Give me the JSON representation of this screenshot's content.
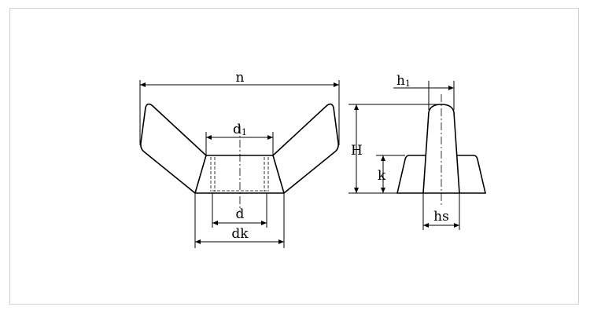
{
  "drawing": {
    "front_view": {
      "n": "n",
      "d1": {
        "base": "d",
        "sub": "1"
      },
      "d": "d",
      "dk": "dk"
    },
    "side_view": {
      "h1": {
        "base": "h",
        "sub": "1"
      },
      "H": "H",
      "k": "k",
      "h2": "hs"
    }
  },
  "colors": {
    "line": "#000000",
    "background": "#ffffff",
    "frame_border": "#d0d0d0"
  }
}
